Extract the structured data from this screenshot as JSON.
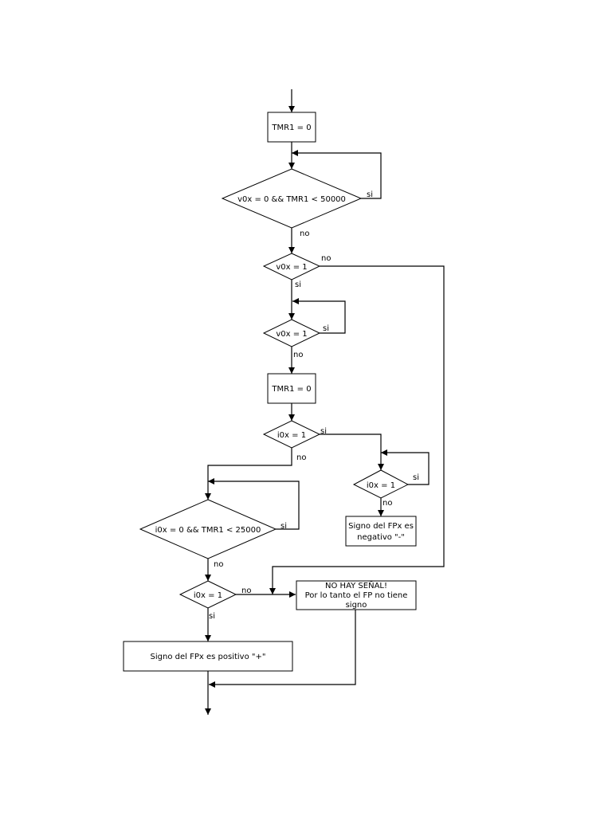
{
  "nodes": {
    "tmr1_reset_1": "TMR1 = 0",
    "cond_v0x_tmr1": "v0x = 0 && TMR1 < 50000",
    "cond_v0x_eq1_a": "v0x = 1",
    "cond_v0x_eq1_b": "v0x = 1",
    "tmr1_reset_2": "TMR1 = 0",
    "cond_i0x_eq1_a": "i0x = 1",
    "cond_i0x_eq1_b": "i0x = 1",
    "negative_sign": [
      "Signo del FPx es",
      "negativo \"-\""
    ],
    "cond_i0x_tmr1": "i0x = 0 && TMR1 < 25000",
    "cond_i0x_eq1_c": "i0x = 1",
    "no_signal": [
      "NO HAY SEÑAL!",
      "Por lo tanto el FP no tiene",
      "signo"
    ],
    "positive_sign": "Signo del FPx es positivo \"+\""
  },
  "edge_labels": {
    "si_loop_1": "si",
    "no_1": "no",
    "no_2": "no",
    "si_2": "si",
    "si_loop_2": "si",
    "no_3": "no",
    "si_3": "si",
    "no_4": "no",
    "si_loop_3": "si",
    "no_5": "no",
    "si_loop_4": "si",
    "no_6": "no",
    "no_7": "no",
    "si_4": "si"
  }
}
